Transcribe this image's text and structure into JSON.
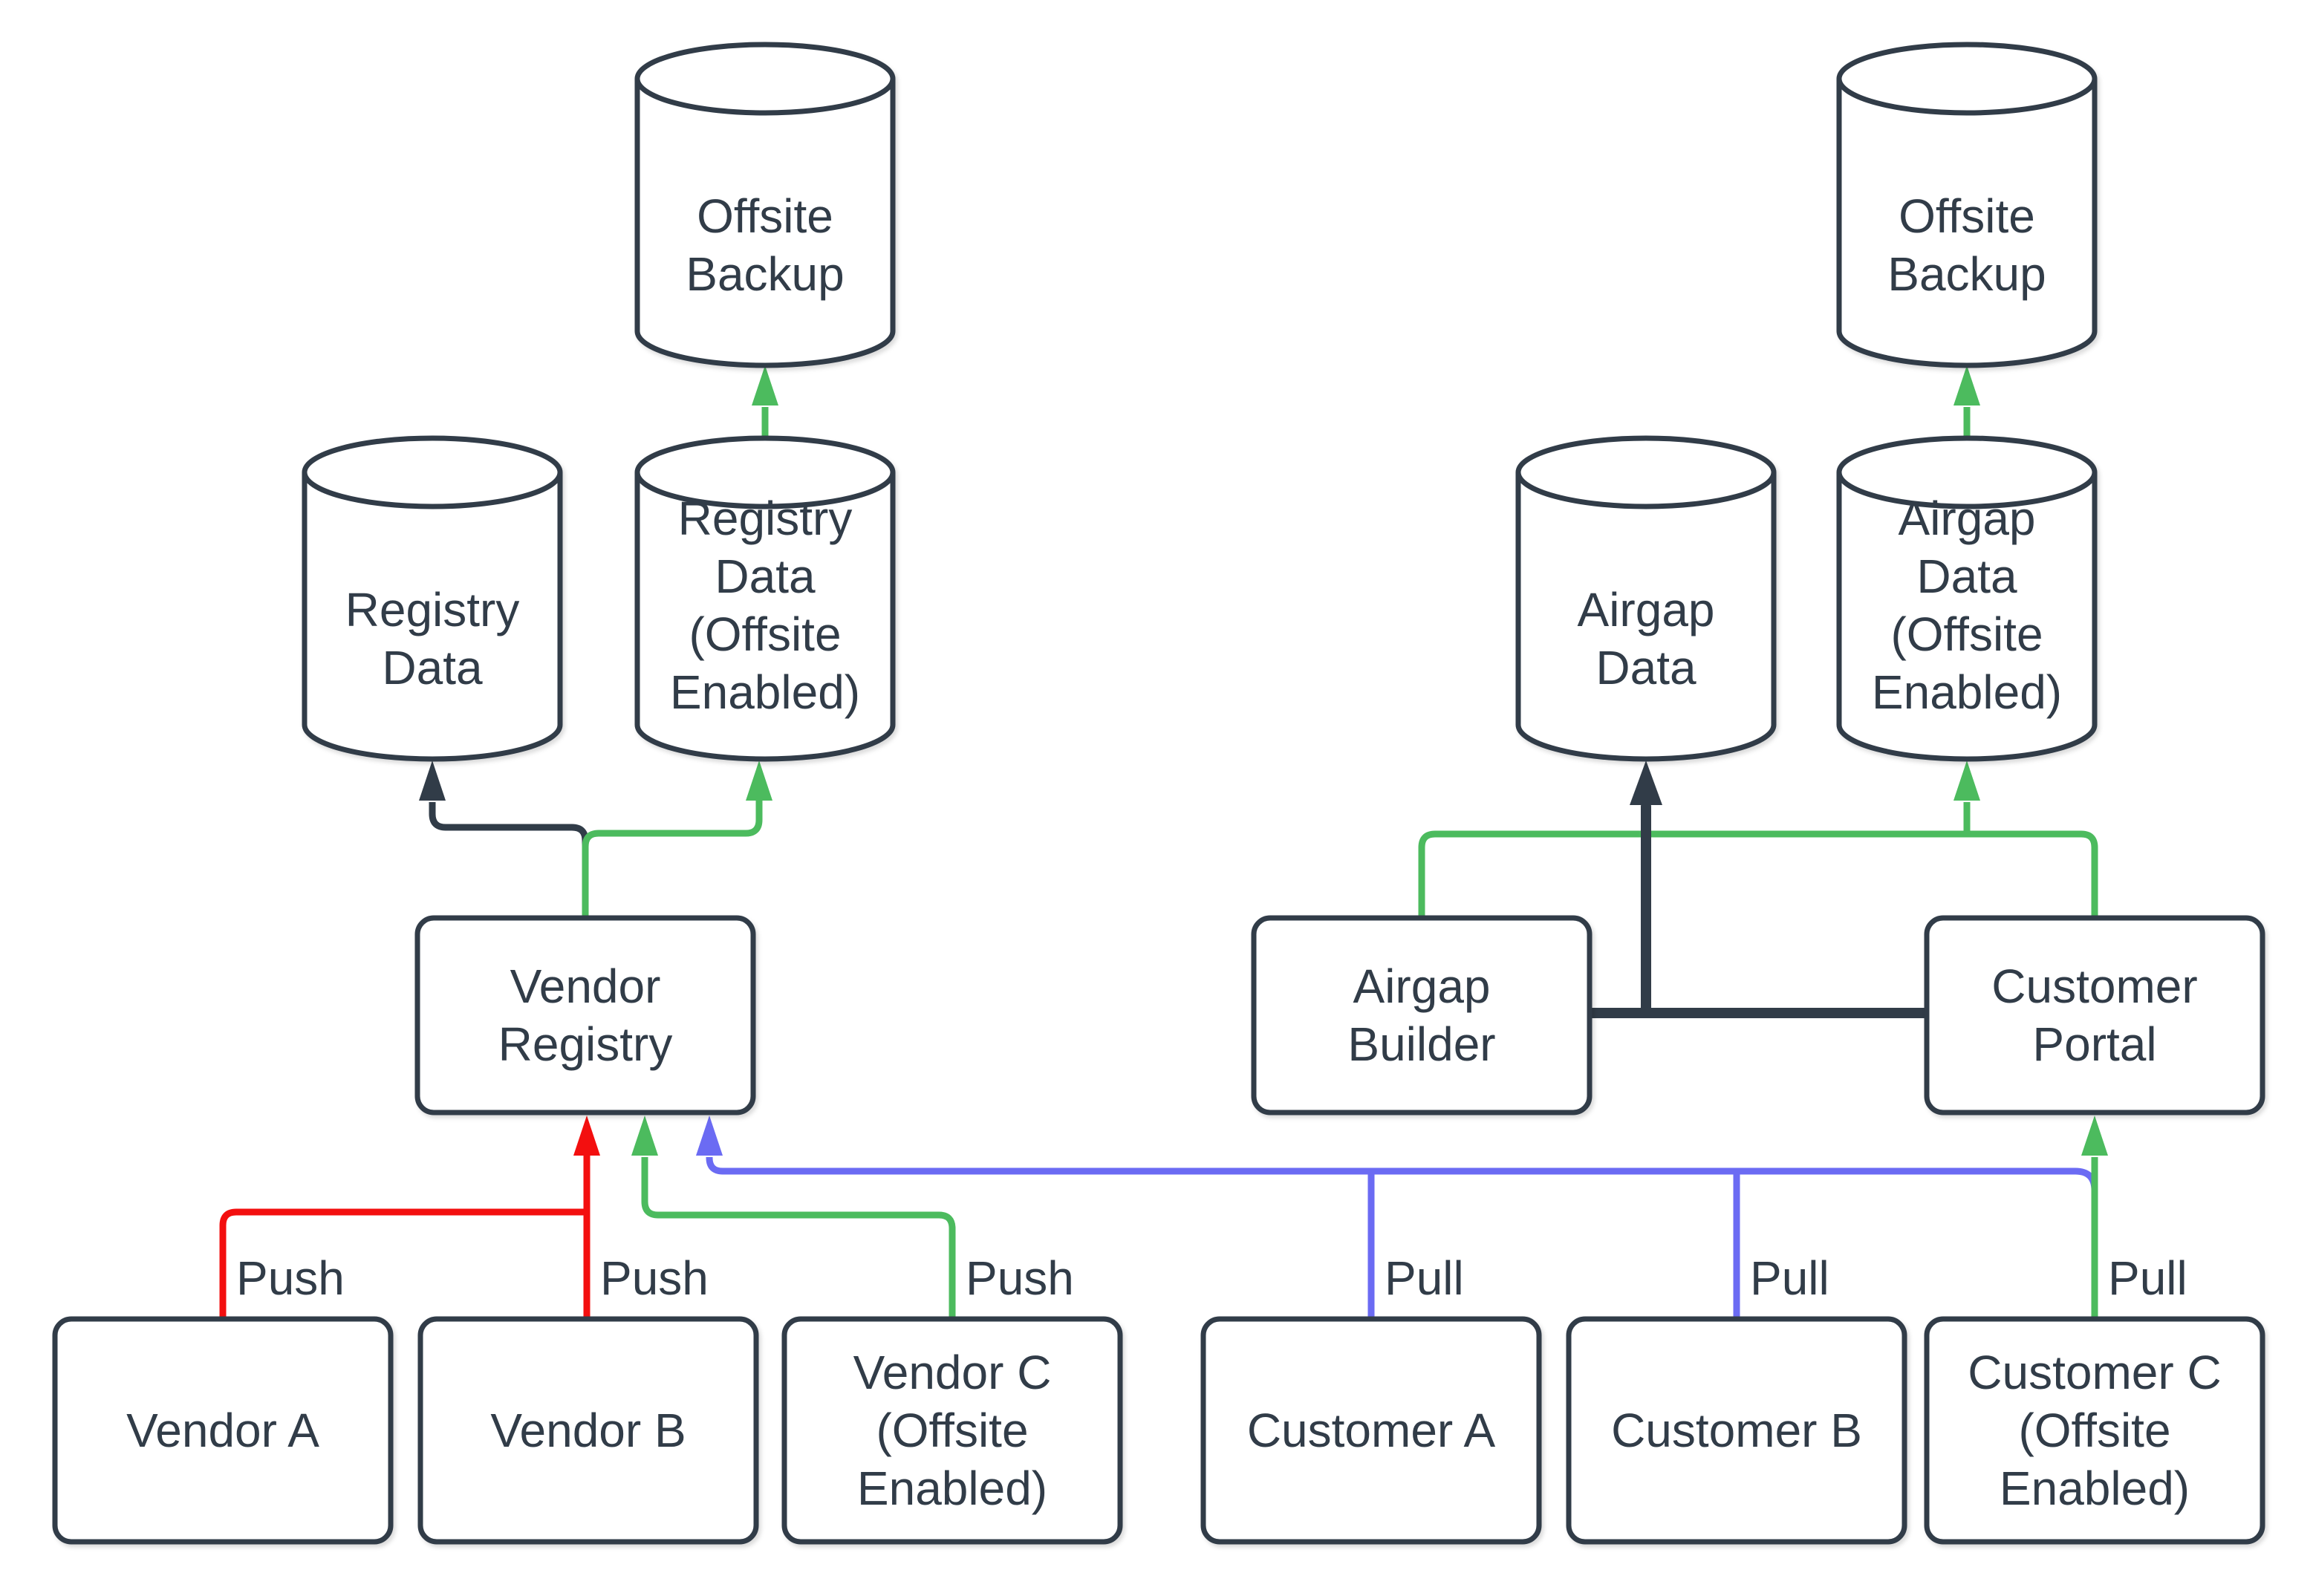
{
  "colors": {
    "outline_and_text": "#313c48",
    "offsite_flow_green": "#4cbb5e",
    "push_flow_red": "#f30f0f",
    "pull_flow_blue": "#6b6bf3",
    "shape_fill": "#ffffff",
    "background": "#ffffff"
  },
  "nodes": {
    "offsite_backup_left": {
      "type": "cylinder",
      "lines": [
        "Offsite",
        "Backup"
      ]
    },
    "offsite_backup_right": {
      "type": "cylinder",
      "lines": [
        "Offsite",
        "Backup"
      ]
    },
    "registry_data": {
      "type": "cylinder",
      "lines": [
        "Registry",
        "Data"
      ]
    },
    "registry_data_offsite": {
      "type": "cylinder",
      "lines": [
        "Registry",
        "Data",
        "(Offsite",
        "Enabled)"
      ]
    },
    "airgap_data": {
      "type": "cylinder",
      "lines": [
        "Airgap",
        "Data"
      ]
    },
    "airgap_data_offsite": {
      "type": "cylinder",
      "lines": [
        "Airgap",
        "Data",
        "(Offsite",
        "Enabled)"
      ]
    },
    "vendor_registry": {
      "type": "box",
      "lines": [
        "Vendor",
        "Registry"
      ]
    },
    "airgap_builder": {
      "type": "box",
      "lines": [
        "Airgap",
        "Builder"
      ]
    },
    "customer_portal": {
      "type": "box",
      "lines": [
        "Customer",
        "Portal"
      ]
    },
    "vendor_a": {
      "type": "box",
      "lines": [
        "Vendor A"
      ]
    },
    "vendor_b": {
      "type": "box",
      "lines": [
        "Vendor B"
      ]
    },
    "vendor_c": {
      "type": "box",
      "lines": [
        "Vendor C",
        "(Offsite",
        "Enabled)"
      ]
    },
    "customer_a": {
      "type": "box",
      "lines": [
        "Customer A"
      ]
    },
    "customer_b": {
      "type": "box",
      "lines": [
        "Customer B"
      ]
    },
    "customer_c": {
      "type": "box",
      "lines": [
        "Customer C",
        "(Offsite",
        "Enabled)"
      ]
    }
  },
  "edge_labels": {
    "vendor_a_push": "Push",
    "vendor_b_push": "Push",
    "vendor_c_push": "Push",
    "customer_a_pull": "Pull",
    "customer_b_pull": "Pull",
    "customer_c_pull": "Pull"
  }
}
